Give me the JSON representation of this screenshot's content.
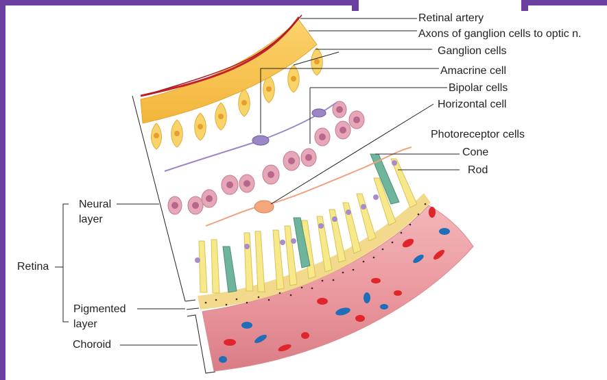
{
  "labels": {
    "retinal_artery": "Retinal artery",
    "axons": "Axons of ganglion cells to optic n.",
    "ganglion": "Ganglion cells",
    "amacrine": "Amacrine cell",
    "bipolar": "Bipolar cells",
    "horizontal": "Horizontal cell",
    "photoreceptor": "Photoreceptor cells",
    "cone": "Cone",
    "rod": "Rod",
    "neural_line1": "Neural",
    "neural_line2": "layer",
    "retina": "Retina",
    "pigmented_line1": "Pigmented",
    "pigmented_line2": "layer",
    "choroid": "Choroid"
  },
  "colors": {
    "frame": "#6b3fa0",
    "axon_band": "#f6c24a",
    "ganglion": "#f8d36a",
    "bipolar": "#e6a7b8",
    "amacrine": "#9b86c6",
    "horizontal": "#f4a77c",
    "rod": "#f7e88a",
    "cone": "#6fb59b",
    "pigment": "#f2d98c",
    "choroid": "#e9949b",
    "blood_red": "#e0262b",
    "blood_blue": "#1e6fb8",
    "artery": "#c8202a"
  }
}
